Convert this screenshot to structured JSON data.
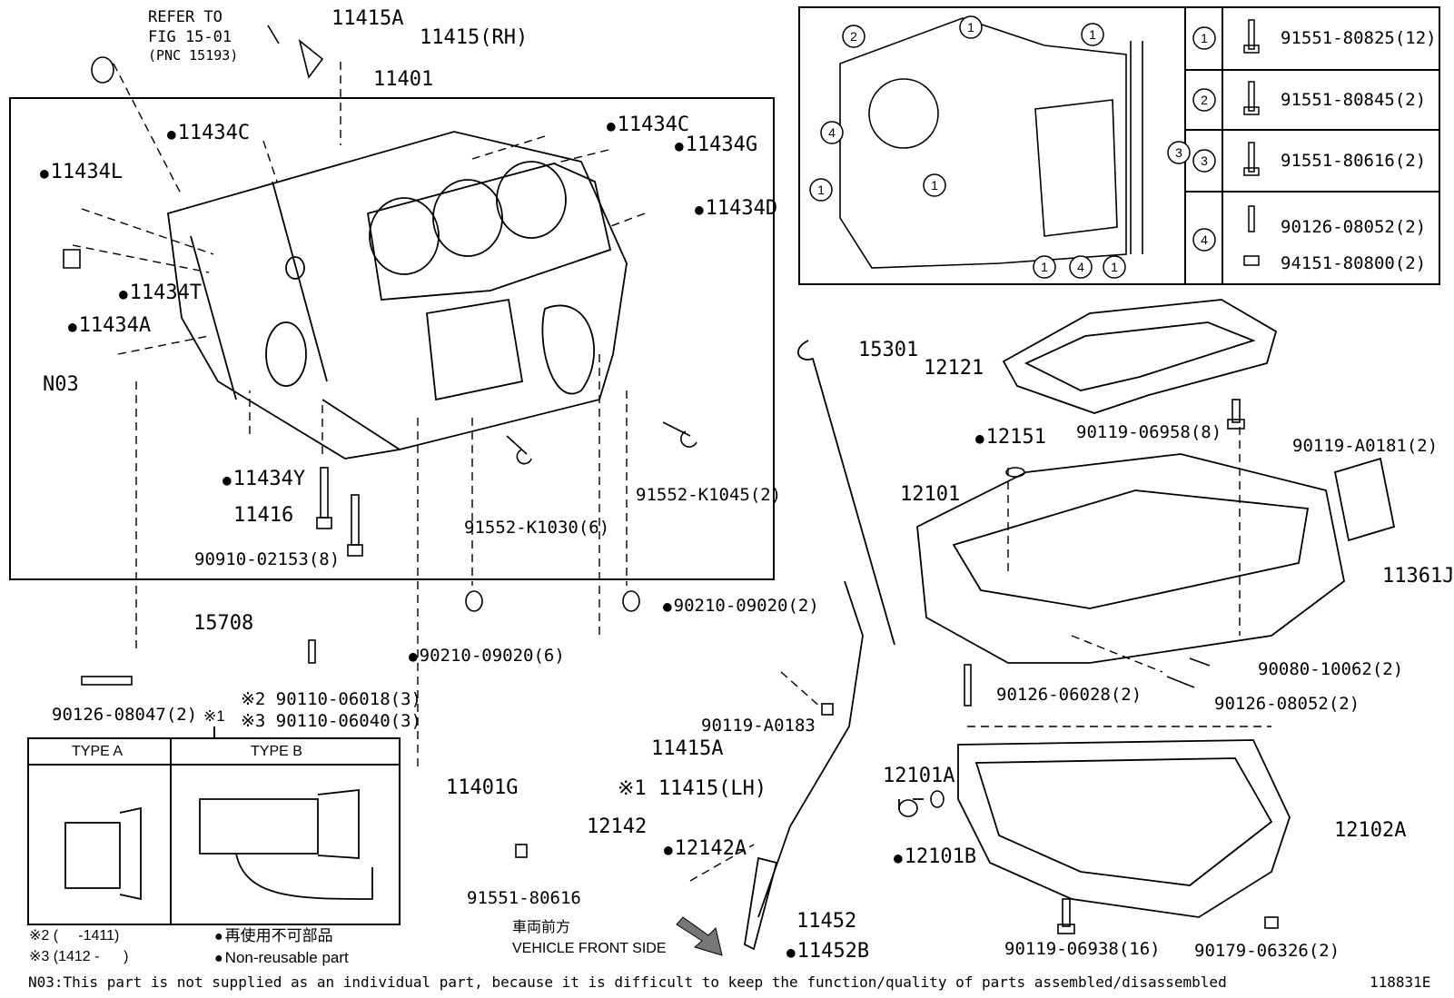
{
  "refer_note": {
    "line1": "REFER TO",
    "line2": "FIG 15-01",
    "line3": "(PNC 15193)"
  },
  "parts": {
    "p11415A_top": "11415A",
    "p11415RH": "11415(RH)",
    "p11401": "11401",
    "p11434C_l": "11434C",
    "p11434C_r": "11434C",
    "p11434G": "11434G",
    "p11434L": "11434L",
    "p11434D": "11434D",
    "p11434T": "11434T",
    "p11434A": "11434A",
    "n03": "N03",
    "p11434Y": "11434Y",
    "p11416": "11416",
    "p90910": "90910-02153(8)",
    "p91552_1030": "91552-K1030(6)",
    "p91552_1045": "91552-K1045(2)",
    "p15708": "15708",
    "p90110_18": "※2 90110-06018(3)",
    "p90110_40": "※3 90110-06040(3)",
    "p90126_047": "90126-08047(2)",
    "p90210_6": "90210-09020(6)",
    "p90210_2": "90210-09020(2)",
    "p90119_183": "90119-A0183",
    "p11415A_b": "11415A",
    "p11415LH": "※1 11415(LH)",
    "p11401G": "11401G",
    "p91551_616": "91551-80616",
    "p12142": "12142",
    "p12142A": "12142A",
    "p11452": "11452",
    "p11452B": "11452B",
    "p15301": "15301",
    "p12121": "12121",
    "p90119_958": "90119-06958(8)",
    "p12151": "12151",
    "p12101": "12101",
    "p90119_181": "90119-A0181(2)",
    "p11361J": "11361J",
    "p90080": "90080-10062(2)",
    "p90126_028": "90126-06028(2)",
    "p90126_052": "90126-08052(2)",
    "p12101A": "12101A",
    "p12101B": "12101B",
    "p12102A": "12102A",
    "p90119_938": "90119-06938(16)",
    "p90179": "90179-06326(2)"
  },
  "type_box": {
    "ref": "※1",
    "type_a": "TYPE A",
    "type_b": "TYPE B"
  },
  "legend": {
    "note2": "※2 (     -1411)",
    "note3": "※3 (1412 -      )",
    "nonreuse_jp": "再使用不可部品",
    "nonreuse_en": "Non-reusable part",
    "front_jp": "車両前方",
    "front_en": "VEHICLE FRONT SIDE"
  },
  "bolt_table": [
    {
      "num": "1",
      "parts": [
        "91551-80825(12)"
      ]
    },
    {
      "num": "2",
      "parts": [
        "91551-80845(2)"
      ]
    },
    {
      "num": "3",
      "parts": [
        "91551-80616(2)"
      ]
    },
    {
      "num": "4",
      "parts": [
        "90126-08052(2)",
        "94151-80800(2)"
      ]
    }
  ],
  "cover_callouts": [
    "2",
    "1",
    "1",
    "4",
    "1",
    "1",
    "3",
    "1",
    "4",
    "1"
  ],
  "footer": {
    "note": "N03:This part is not supplied as an individual part, because it is difficult to keep the function/quality of parts assembled/disassembled",
    "figure_id": "118831E"
  }
}
